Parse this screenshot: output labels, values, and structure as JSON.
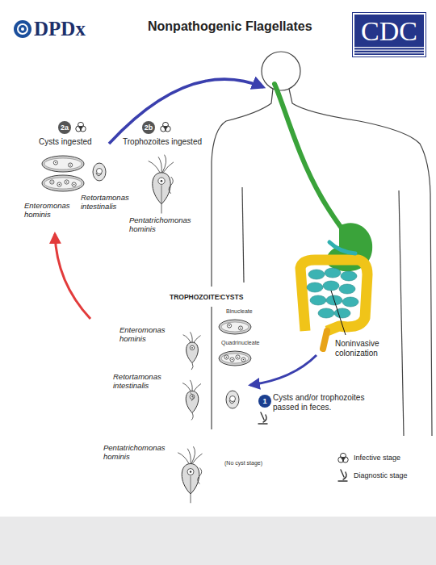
{
  "diagram": {
    "title": "Nonpathogenic Flagellates",
    "nodes": [
      {
        "text": [
          "CDC"
        ]
      }
    ],
    "labels": [
      "DPDx",
      "2a",
      "Cysts ingested",
      "2b",
      "Trophozoites ingested",
      "Retortamonas intestinalis",
      "Enteromonas hominis",
      "Pentatrichomonas hominis",
      "TROPHOZOITES",
      "CYSTS",
      "Binucleate",
      "Quadrinucleate",
      "Enteromonas hominis",
      "Retortamonas intestinalis",
      "Pentatrichomonas hominis",
      "(No cyst stage)",
      "Noninvasive colonization",
      "1",
      "Cysts and/or trophozoites passed in feces."
    ],
    "legend": [
      {
        "text": "Infective stage"
      },
      {
        "text": "Diagnostic stage"
      }
    ]
  }
}
